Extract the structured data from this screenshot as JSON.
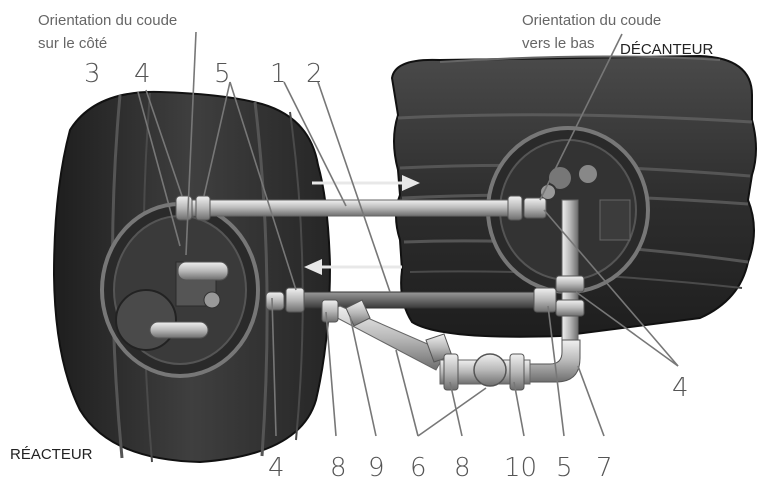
{
  "captions": {
    "elbow_side_line1": "Orientation du coude",
    "elbow_side_line2": "sur le côté",
    "elbow_down_line1": "Orientation du coude",
    "elbow_down_line2": "vers le bas"
  },
  "tanks": {
    "settler": "DÉCANTEUR",
    "reactor": "RÉACTEUR"
  },
  "callouts": {
    "top": [
      "3",
      "4",
      "5",
      "1",
      "2"
    ],
    "right": "4",
    "bottom": [
      "4",
      "8",
      "9",
      "6",
      "8",
      "10",
      "5",
      "7"
    ]
  },
  "colors": {
    "tank_dark": "#2b2b2b",
    "tank_mid": "#3d3d3d",
    "pipe": "#bdbdbd",
    "leader": "#777777",
    "label": "#555555"
  }
}
